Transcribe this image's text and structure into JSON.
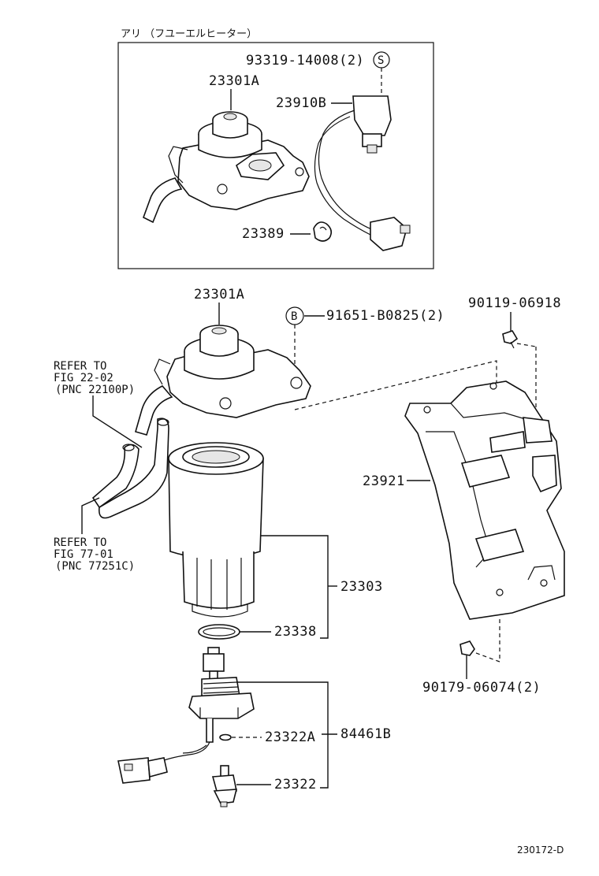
{
  "top_box": {
    "caption": "アリ （フユーエルヒーター）",
    "labels": {
      "bolt_s": "93319-14008(2)",
      "bolt_s_marker": "S",
      "filter_head": "23301A",
      "heater_sensor": "23910B",
      "clamp": "23389"
    }
  },
  "main": {
    "labels": {
      "filter_head": "23301A",
      "bolt_b": "91651-B0825(2)",
      "bolt_b_marker": "B",
      "bolt_top_right": "90119-06918",
      "bracket": "23921",
      "element": "23303",
      "oring": "23338",
      "warning_switch_small": "23322A",
      "warning_switch_assy": "84461B",
      "switch": "23322",
      "nut": "90179-06074(2)"
    },
    "refer_1": {
      "line1": "REFER TO",
      "line2": "FIG 22-02",
      "line3": "(PNC 22100P)"
    },
    "refer_2": {
      "line1": "REFER TO",
      "line2": "FIG 77-01",
      "line3": "(PNC 77251C)"
    }
  },
  "figure_code": "230172-D"
}
